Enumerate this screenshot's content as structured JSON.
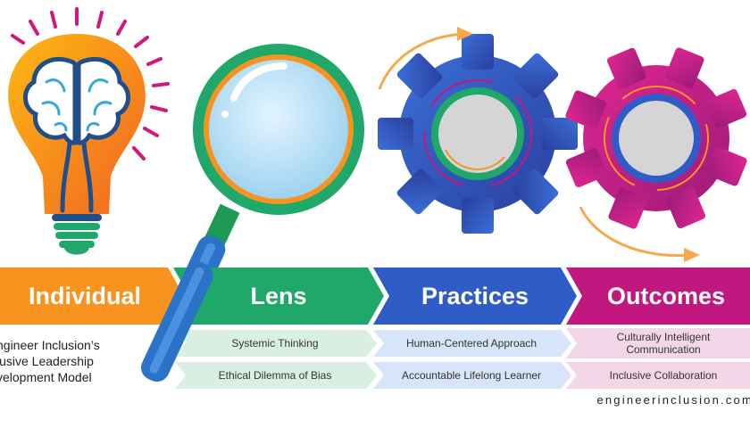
{
  "stages": [
    {
      "label": "Individual",
      "color": "#f7931e"
    },
    {
      "label": "Lens",
      "color": "#1fa86a"
    },
    {
      "label": "Practices",
      "color": "#2f5cc7"
    },
    {
      "label": "Outcomes",
      "color": "#c0187e"
    }
  ],
  "lens_items": [
    "Systemic Thinking",
    "Ethical Dilemma of Bias"
  ],
  "practices_items": [
    "Human-Centered Approach",
    "Accountable Lifelong Learner"
  ],
  "outcomes_items": [
    "Culturally Intelligent Communication",
    "Inclusive Collaboration"
  ],
  "caption": {
    "line1": "ngineer Inclusion’s",
    "line2": "lusive Leadership",
    "line3": "velopment Model"
  },
  "website": "engineerinclusion.com",
  "icons": [
    "lightbulb-brain-icon",
    "magnifying-glass-icon",
    "blue-gear-icon",
    "magenta-gear-icon"
  ]
}
